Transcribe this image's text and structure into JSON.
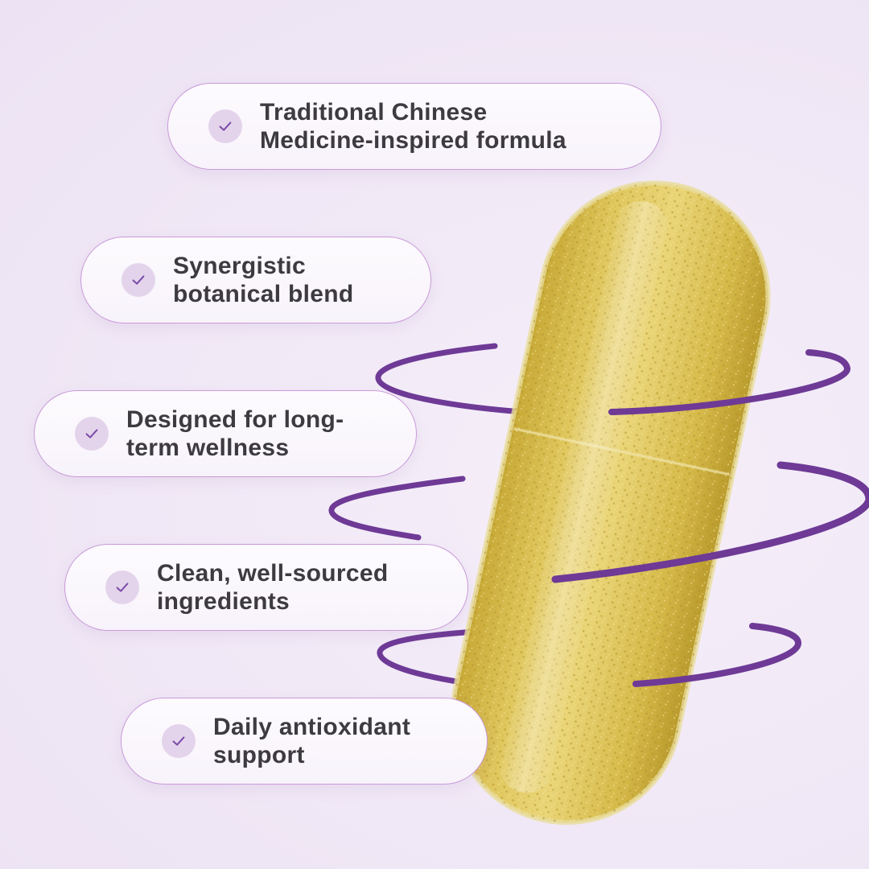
{
  "colors": {
    "background": "#f3ecf8",
    "badge_border": "#c99ad9",
    "check_circle": "#e3d4ec",
    "check_mark": "#7b4ba6",
    "text": "#3d3a40",
    "capsule_fill": "#d8bc4e",
    "swirl": "#6e3a96"
  },
  "benefits": [
    {
      "icon": "check-icon",
      "line1": "Traditional Chinese",
      "line2": "Medicine-inspired formula"
    },
    {
      "icon": "check-icon",
      "line1": "Synergistic",
      "line2": "botanical blend"
    },
    {
      "icon": "check-icon",
      "line1": "Designed for long-",
      "line2": "term wellness"
    },
    {
      "icon": "check-icon",
      "line1": "Clean, well-sourced",
      "line2": "ingredients"
    },
    {
      "icon": "check-icon",
      "line1": "Daily antioxidant",
      "line2": "support"
    }
  ]
}
